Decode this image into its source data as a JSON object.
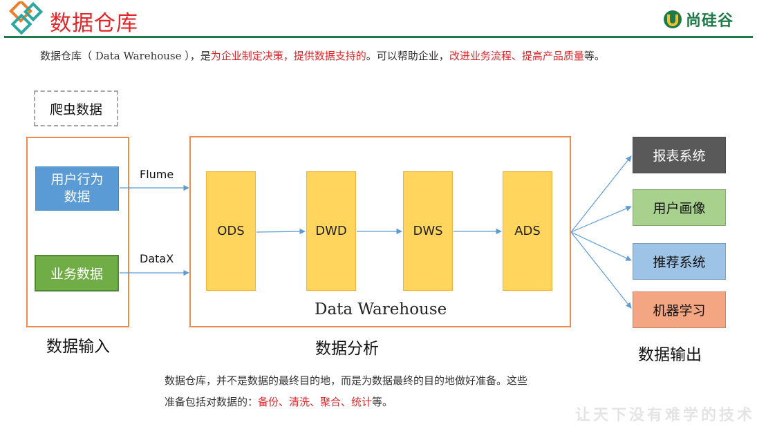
{
  "header": {
    "title": "数据仓库",
    "brand": "尚硅谷",
    "colors": {
      "title": "#e0262a",
      "rule": "#1e7a48"
    }
  },
  "intro": {
    "parts": [
      "数据仓库（ Data Warehouse ），是",
      "为企业制定决策，提供数据支持的",
      "。可以帮助企业，",
      "改进业务流程、提高产品质量",
      "等。"
    ]
  },
  "diagram": {
    "crawler": "爬虫数据",
    "sources": [
      "用户行为\n数据",
      "业务数据"
    ],
    "channels": [
      "Flume",
      "DataX"
    ],
    "layers": [
      "ODS",
      "DWD",
      "DWS",
      "ADS"
    ],
    "warehouse_label": "Data Warehouse",
    "sections": [
      "数据输入",
      "数据分析",
      "数据输出"
    ],
    "outputs": [
      {
        "label": "报表系统",
        "color": "#595959",
        "text_color": "#ffffff"
      },
      {
        "label": "用户画像",
        "color": "#a9d18e",
        "text_color": "#111111"
      },
      {
        "label": "推荐系统",
        "color": "#9dc3e6",
        "text_color": "#111111"
      },
      {
        "label": "机器学习",
        "color": "#f4a582",
        "text_color": "#111111"
      }
    ],
    "colors": {
      "frame": "#f08a4b",
      "layer": "#ffd55e",
      "arrow": "#5b9bd5"
    }
  },
  "note": {
    "line1": "数据仓库，并不是数据的最终目的地，而是为数据最终的目的地做好准备。这些",
    "line2_prefix": "准备包括对数据的：",
    "line2_highlight": "备份、清洗、聚合、统计",
    "line2_suffix": "等。"
  },
  "slogan": "让天下没有难学的技术"
}
